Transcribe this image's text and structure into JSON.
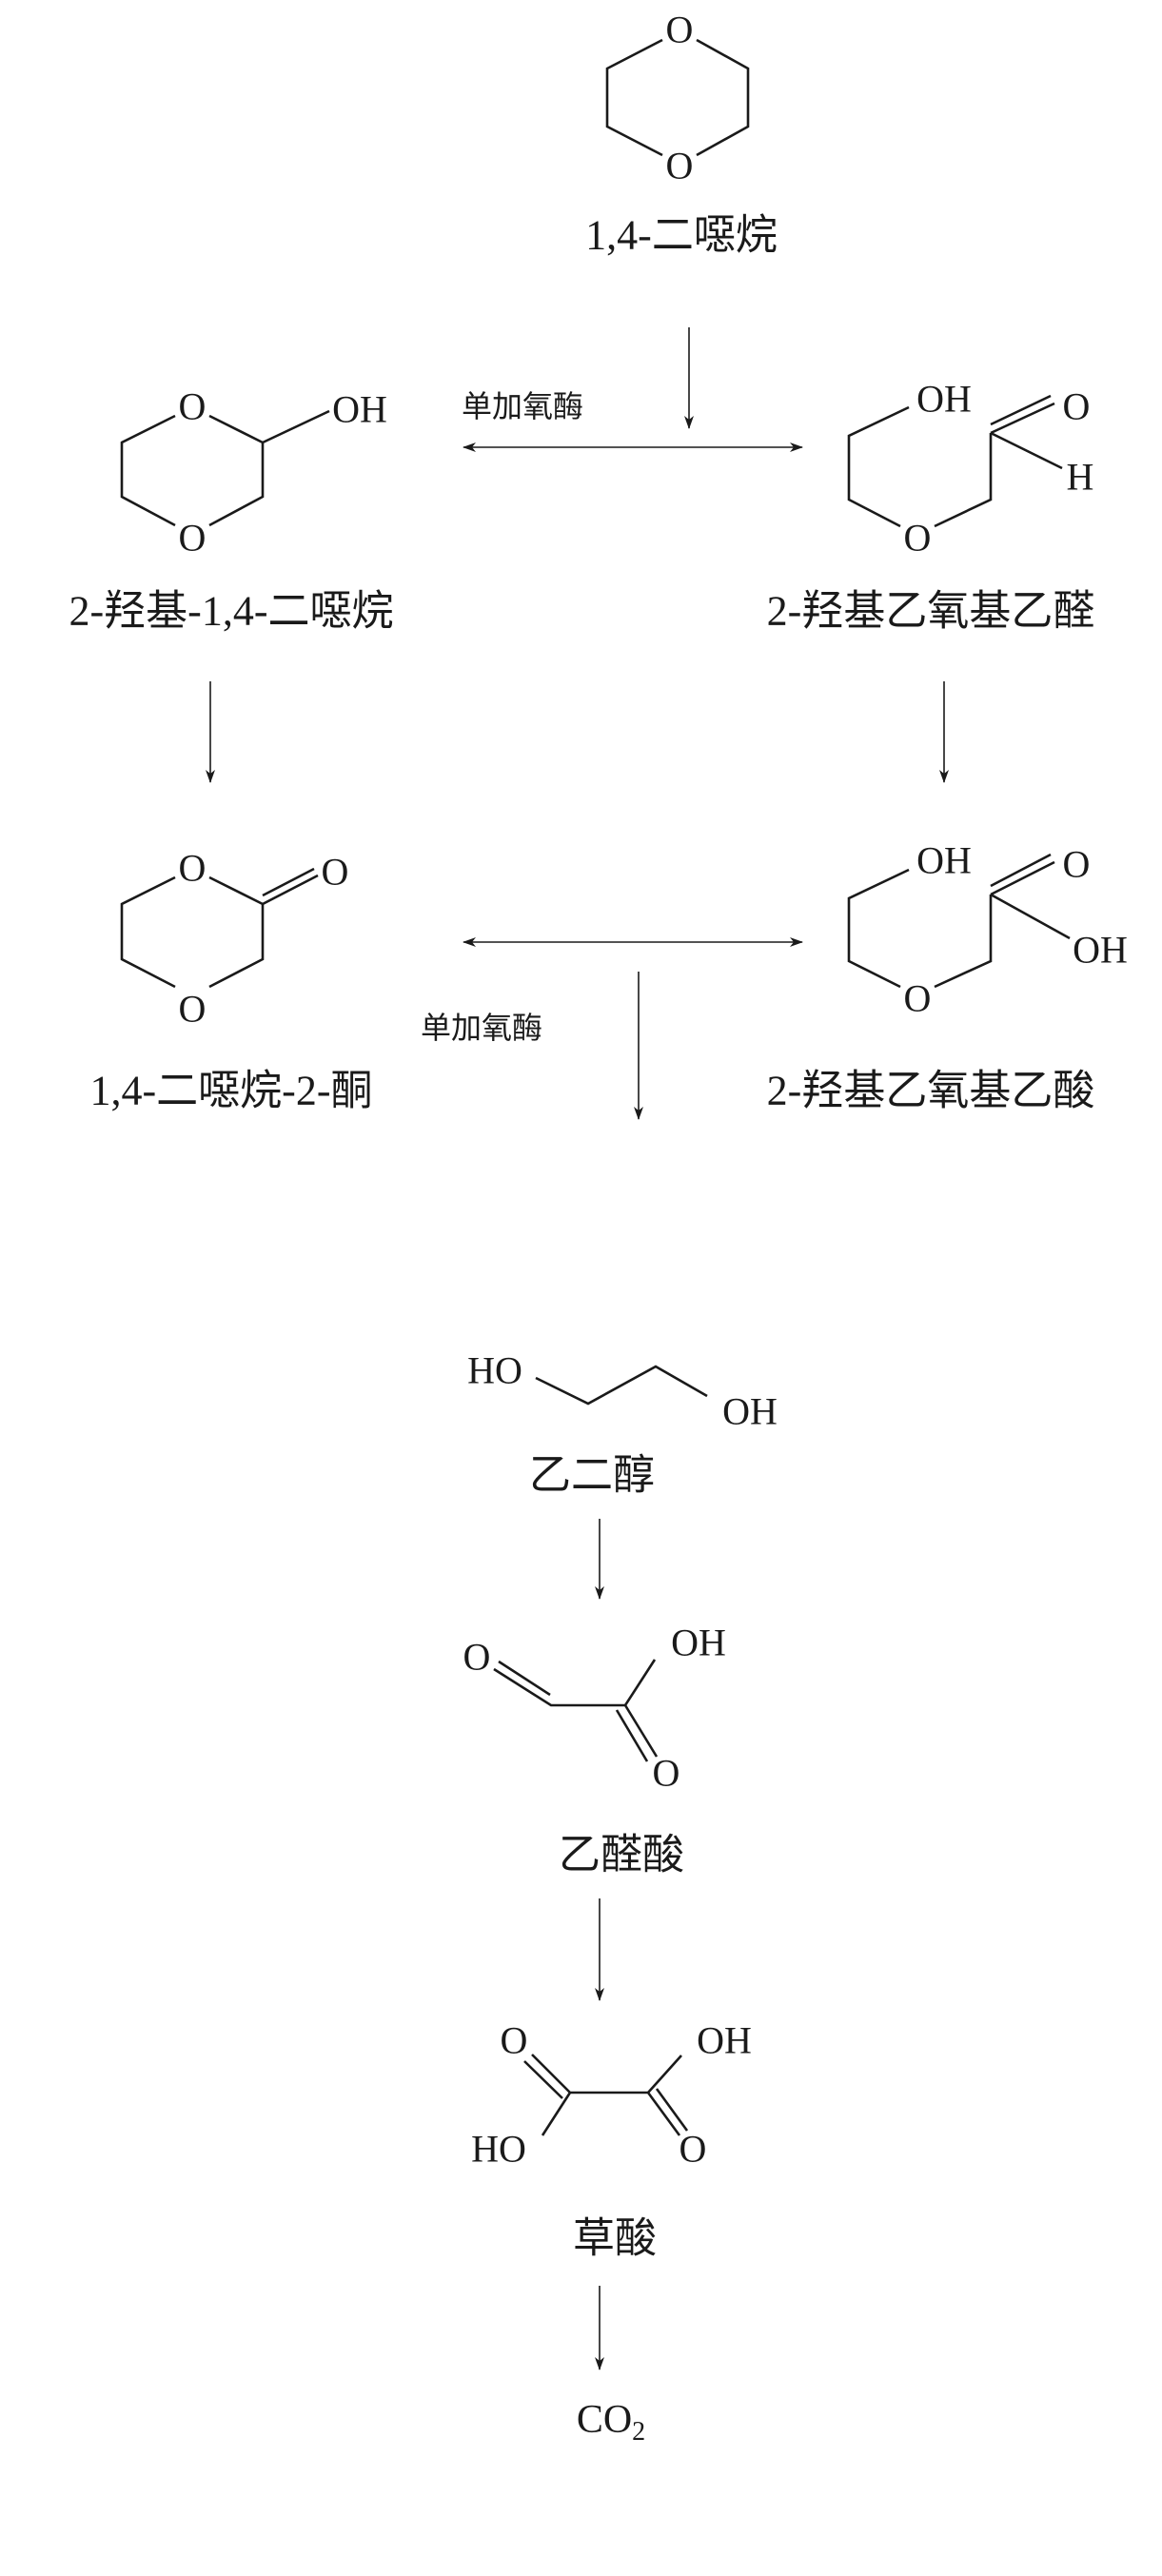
{
  "enzyme_label": "单加氧酶",
  "compounds": {
    "dioxane": {
      "name": "1,4-二噁烷",
      "atoms": [
        "O",
        "O"
      ]
    },
    "hydroxy_dioxane": {
      "name": "2-羟基-1,4-二噁烷",
      "atoms": [
        "O",
        "OH",
        "O"
      ]
    },
    "hydroxyethoxy_acetaldehyde": {
      "name": "2-羟基乙氧基乙醛",
      "atoms": [
        "OH",
        "O",
        "H",
        "O"
      ]
    },
    "dioxanone": {
      "name": "1,4-二噁烷-2-酮",
      "atoms": [
        "O",
        "O",
        "O"
      ]
    },
    "hydroxyethoxy_acetic_acid": {
      "name": "2-羟基乙氧基乙酸",
      "atoms": [
        "OH",
        "O",
        "OH",
        "O"
      ]
    },
    "ethylene_glycol": {
      "name": "乙二醇",
      "atoms": [
        "HO",
        "OH"
      ]
    },
    "glyoxylic_acid": {
      "name": "乙醛酸",
      "atoms": [
        "O",
        "OH",
        "O"
      ]
    },
    "oxalic_acid": {
      "name": "草酸",
      "atoms": [
        "O",
        "OH",
        "HO",
        "O"
      ]
    },
    "co2": {
      "name": "CO",
      "subscript": "2"
    }
  }
}
